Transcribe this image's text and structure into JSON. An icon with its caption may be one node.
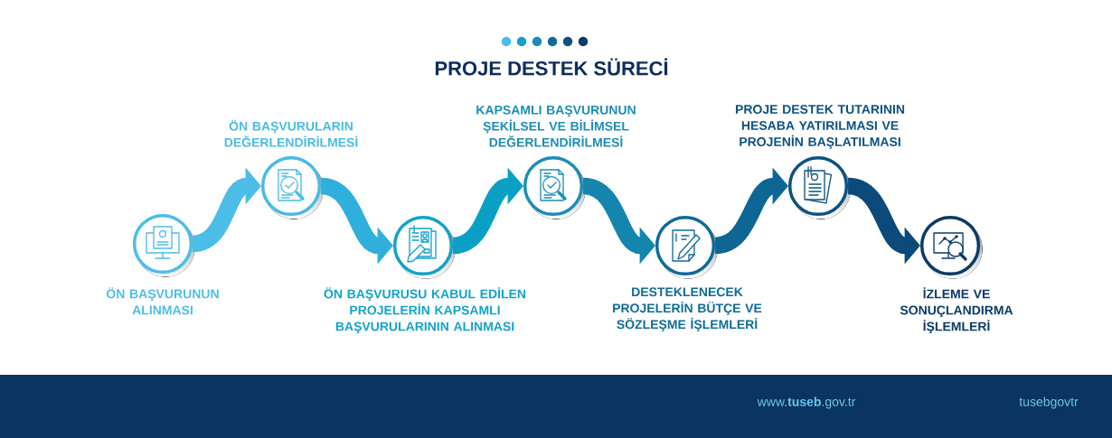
{
  "diagram": {
    "title": "PROJE DESTEK SÜRECİ",
    "nodes": [
      {
        "text": [
          "ÖN BAŞVURUNUN ALINMASI"
        ]
      },
      {
        "text": [
          "ÖN BAŞVURULARIN DEĞERLENDİRİLMESİ"
        ]
      },
      {
        "text": [
          "ÖN BAŞVURUSU KABUL EDİLEN PROJELERİN KAPSAMLI BAŞVURULARININ ALINMASI"
        ]
      },
      {
        "text": [
          "KAPSAMLI BAŞVURUNUN ŞEKİLSEL VE BİLİMSEL DEĞERLENDİRİLMESİ"
        ]
      },
      {
        "text": [
          "DESTEKLENECEK PROJELERİN BÜTÇE VE SÖZLEŞME İŞLEMLERİ"
        ]
      },
      {
        "text": [
          "PROJE DESTEK TUTARININ HESABA YATIRILMASI VE PROJENİN BAŞLATILMASI"
        ]
      },
      {
        "text": [
          "İZLEME VE SONUÇLANDIRMA İŞLEMLERİ"
        ]
      }
    ],
    "edges": [
      {
        "from": 0,
        "to": 1,
        "arrow": "to",
        "color": "#4bbde7"
      },
      {
        "from": 1,
        "to": 2,
        "arrow": "to",
        "color": "#2fb0dc"
      },
      {
        "from": 2,
        "to": 3,
        "arrow": "to",
        "color": "#0aa0c6"
      },
      {
        "from": 3,
        "to": 4,
        "arrow": "to",
        "color": "#1486ae"
      },
      {
        "from": 4,
        "to": 5,
        "arrow": "to",
        "color": "#0e6695"
      },
      {
        "from": 5,
        "to": 6,
        "arrow": "to",
        "color": "#0b4a7a"
      }
    ],
    "labels": [
      "www.**tuseb**.gov.tr",
      "tusebgovtr"
    ]
  }
}
